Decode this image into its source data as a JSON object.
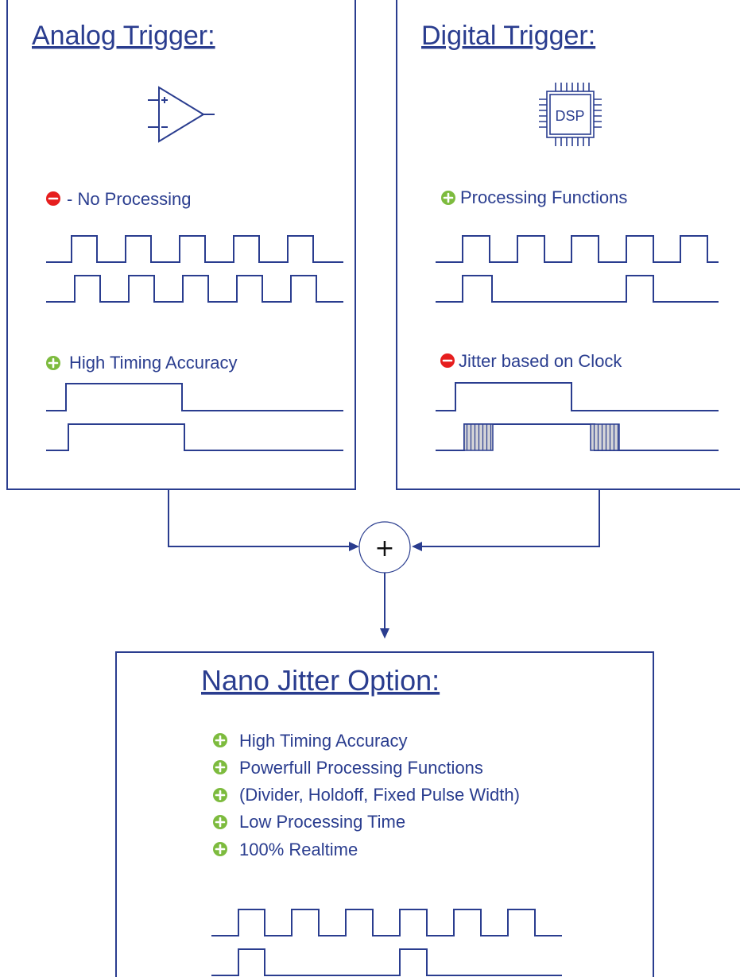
{
  "analog": {
    "title": "Analog Trigger:",
    "con_label": "- No Processing",
    "pro_label": "High Timing Accuracy"
  },
  "digital": {
    "title": "Digital Trigger:",
    "chip_label": "DSP",
    "pro_label": "Processing Functions",
    "con_label": "Jitter based on Clock"
  },
  "combiner": {
    "symbol": "+"
  },
  "result": {
    "title": "Nano Jitter Option:",
    "features": [
      "High Timing Accuracy",
      "Powerfull Processing Functions",
      "(Divider, Holdoff, Fixed Pulse Width)",
      "Low Processing Time",
      "100% Realtime"
    ]
  },
  "colors": {
    "text": "#2a3d8f",
    "pro_icon": "#7dbb3e",
    "con_icon": "#e61e1e"
  },
  "icons": [
    "opamp-icon",
    "chip-icon",
    "plus-circle-icon",
    "minus-circle-icon"
  ]
}
